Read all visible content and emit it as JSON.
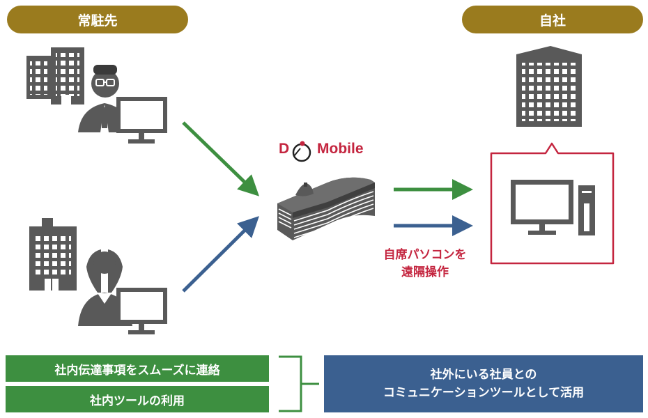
{
  "headers": {
    "left": "常駐先",
    "right": "自社"
  },
  "brand": {
    "part1": "D",
    "part2": "Mobile"
  },
  "remote_label": {
    "line1": "自席パソコンを",
    "line2": "遠隔操作"
  },
  "purposes": {
    "left": [
      "社内伝達事項をスムーズに連絡",
      "社内ツールの利用"
    ],
    "right_line1": "社外にいる社員との",
    "right_line2": "コミュニケーションツールとして活用"
  },
  "colors": {
    "gold": "#9a7b1e",
    "green": "#3d8f40",
    "blue": "#3b6090",
    "red": "#c4253f",
    "gray": "#595959"
  },
  "icons": [
    "office-building-icon",
    "male-user-icon",
    "female-user-icon",
    "monitor-icon",
    "datacenter-icon",
    "company-building-icon",
    "desktop-pc-icon"
  ]
}
